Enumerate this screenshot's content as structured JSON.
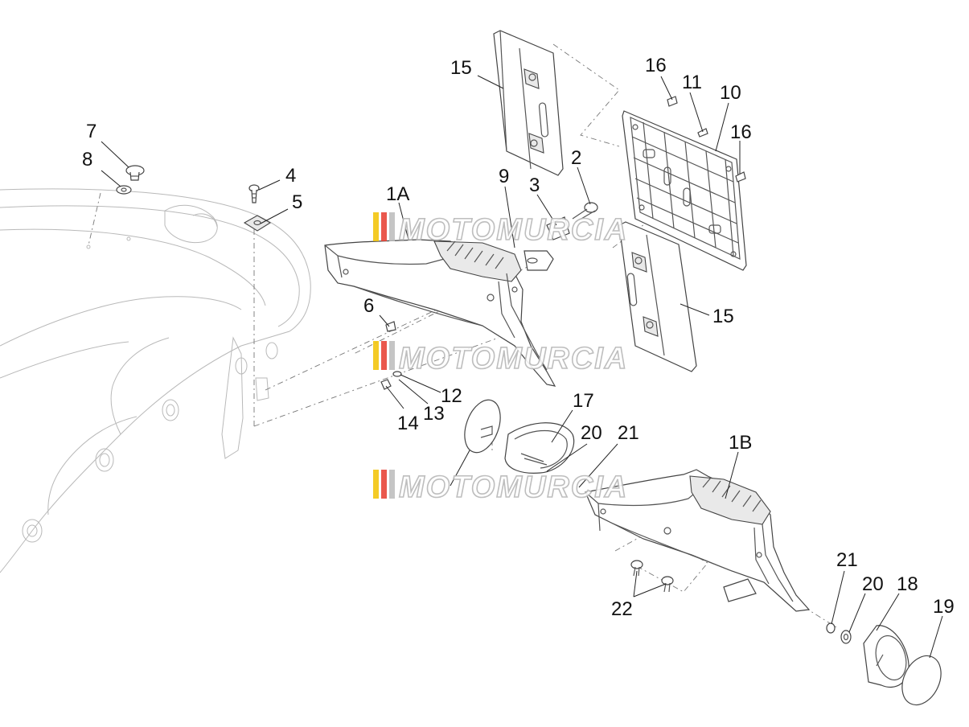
{
  "watermark": {
    "text": "MOTOMURCIA",
    "colors": [
      "#f2c200",
      "#e63b2e",
      "#bbbbbb"
    ]
  },
  "callouts": [
    {
      "id": "c7",
      "text": "7"
    },
    {
      "id": "c8",
      "text": "8"
    },
    {
      "id": "c4",
      "text": "4"
    },
    {
      "id": "c5",
      "text": "5"
    },
    {
      "id": "c1A",
      "text": "1A"
    },
    {
      "id": "c9",
      "text": "9"
    },
    {
      "id": "c3",
      "text": "3"
    },
    {
      "id": "c2",
      "text": "2"
    },
    {
      "id": "c15a",
      "text": "15"
    },
    {
      "id": "c16a",
      "text": "16"
    },
    {
      "id": "c11",
      "text": "11"
    },
    {
      "id": "c10",
      "text": "10"
    },
    {
      "id": "c16b",
      "text": "16"
    },
    {
      "id": "c15b",
      "text": "15"
    },
    {
      "id": "c6",
      "text": "6"
    },
    {
      "id": "c12",
      "text": "12"
    },
    {
      "id": "c13",
      "text": "13"
    },
    {
      "id": "c14",
      "text": "14"
    },
    {
      "id": "c17",
      "text": "17"
    },
    {
      "id": "c20a",
      "text": "20"
    },
    {
      "id": "c21a",
      "text": "21"
    },
    {
      "id": "c1B",
      "text": "1B"
    },
    {
      "id": "c22",
      "text": "22"
    },
    {
      "id": "c21b",
      "text": "21"
    },
    {
      "id": "c20b",
      "text": "20"
    },
    {
      "id": "c18",
      "text": "18"
    },
    {
      "id": "c19",
      "text": "19"
    }
  ]
}
